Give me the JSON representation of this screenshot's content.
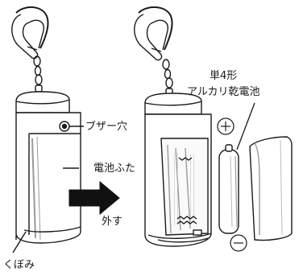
{
  "labels": {
    "buzzer_hole": "ブザー穴",
    "battery_cover": "電池ふた",
    "remove": "外す",
    "recess": "くぼみ",
    "battery_title": "単4形",
    "battery_type": "アルカリ乾電池"
  },
  "polarity": {
    "plus": "⊕",
    "minus": "⊖"
  },
  "colors": {
    "line": "#1a1a1a",
    "body": "#ffffff",
    "shade": "#9a9a9a",
    "arrow": "#111111"
  }
}
